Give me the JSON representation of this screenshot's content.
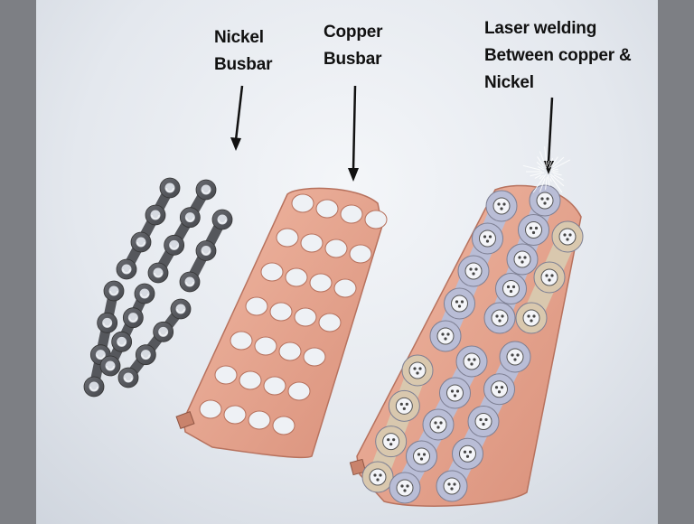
{
  "labels": {
    "nickel": {
      "line1": "Nickel",
      "line2": "Busbar"
    },
    "copper": {
      "line1": "Copper",
      "line2": "Busbar"
    },
    "weld": {
      "line1": "Laser welding",
      "line2": "Between copper &",
      "line3": "Nickel"
    }
  },
  "colors": {
    "nickel": "#55575c",
    "copper": "#e6a58f",
    "copper_edge": "#b7725e",
    "nickel_plate": "#b9bdd6",
    "nickel_plate_alt": "#d9c8ae",
    "arrow": "#111111"
  }
}
